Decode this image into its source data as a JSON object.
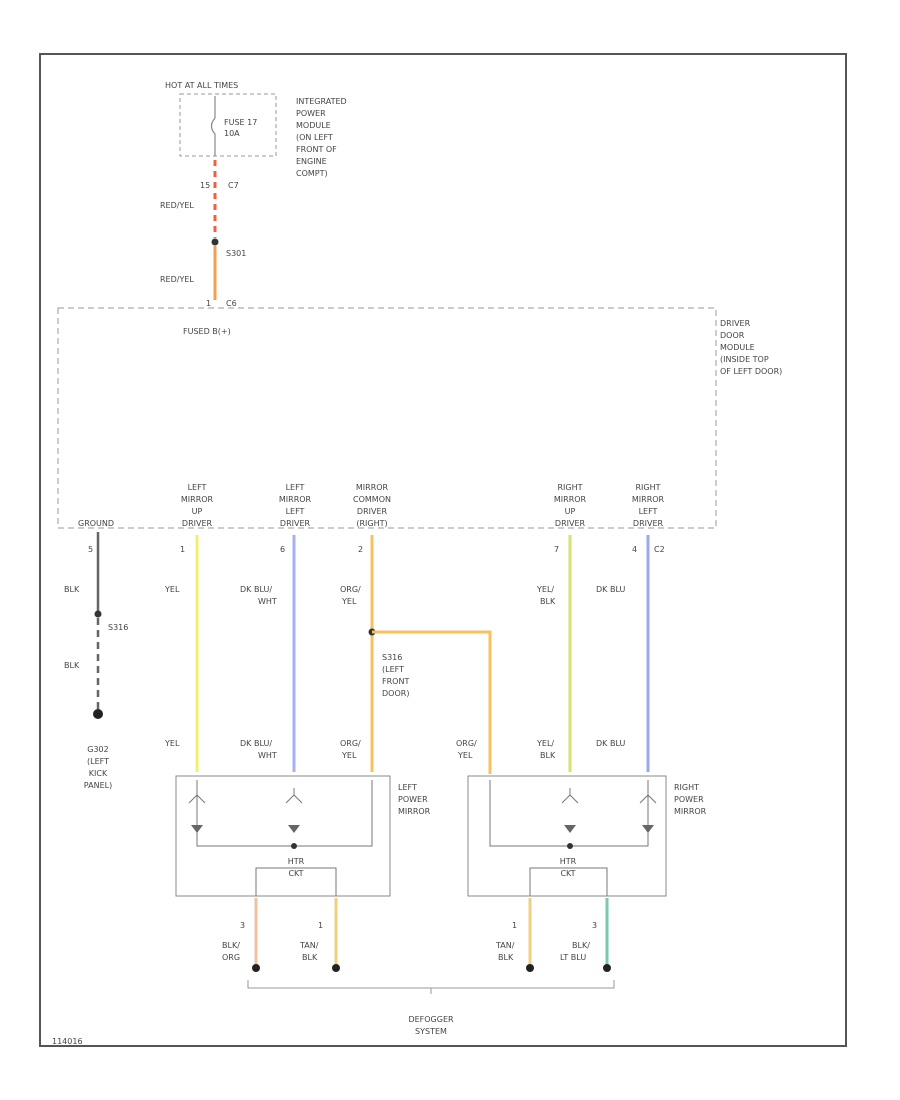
{
  "power": {
    "hot_label": "HOT AT ALL TIMES",
    "fuse_l1": "FUSE 17",
    "fuse_l2": "10A",
    "ipm_l1": "INTEGRATED",
    "ipm_l2": "POWER",
    "ipm_l3": "MODULE",
    "ipm_l4": "(ON LEFT",
    "ipm_l5": "FRONT OF",
    "ipm_l6": "ENGINE",
    "ipm_l7": "COMPT)",
    "pin_15": "15",
    "conn_c7": "C7",
    "wire_red_yel_1": "RED/YEL",
    "splice_s301": "S301",
    "wire_red_yel_2": "RED/YEL",
    "pin_top": "1",
    "conn_c6": "C6"
  },
  "ddm": {
    "fused_label": "FUSED B(+)",
    "name_l1": "DRIVER",
    "name_l2": "DOOR",
    "name_l3": "MODULE",
    "name_l4": "(INSIDE TOP",
    "name_l5": "OF LEFT DOOR)",
    "ground_label": "GROUND",
    "pins": [
      {
        "l1": "LEFT",
        "l2": "MIRROR",
        "l3": "UP",
        "l4": "DRIVER"
      },
      {
        "l1": "LEFT",
        "l2": "MIRROR",
        "l3": "LEFT",
        "l4": "DRIVER"
      },
      {
        "l1": "MIRROR",
        "l2": "COMMON",
        "l3": "DRIVER",
        "l4": "(RIGHT)"
      },
      {
        "l1": "RIGHT",
        "l2": "MIRROR",
        "l3": "UP",
        "l4": "DRIVER"
      },
      {
        "l1": "RIGHT",
        "l2": "MIRROR",
        "l3": "LEFT",
        "l4": "DRIVER"
      }
    ]
  },
  "wires": {
    "gnd_pin": "5",
    "gnd_wire1": "BLK",
    "gnd_splice": "S316",
    "gnd_wire2": "BLK",
    "g_l1": "G302",
    "g_l2": "(LEFT",
    "g_l3": "KICK",
    "g_l4": "PANEL)",
    "p1_pin": "1",
    "p1_top": "YEL",
    "p1_bot": "YEL",
    "p2_pin": "6",
    "p2_top_l1": "DK BLU/",
    "p2_top_l2": "WHT",
    "p2_bot_l1": "DK BLU/",
    "p2_bot_l2": "WHT",
    "p3_pin": "2",
    "p3_top_l1": "ORG/",
    "p3_top_l2": "YEL",
    "p3_bot_l1": "ORG/",
    "p3_bot_l2": "YEL",
    "s_l1": "S316",
    "s_l2": "(LEFT",
    "s_l3": "FRONT",
    "s_l4": "DOOR)",
    "r_org_l1": "ORG/",
    "r_org_l2": "YEL",
    "p4_pin": "7",
    "p4_top_l1": "YEL/",
    "p4_top_l2": "BLK",
    "p4_bot_l1": "YEL/",
    "p4_bot_l2": "BLK",
    "p5_pin": "4",
    "p5_conn": "C2",
    "p5_top": "DK BLU",
    "p5_bot": "DK BLU"
  },
  "mirrors": {
    "left_l1": "LEFT",
    "left_l2": "POWER",
    "left_l3": "MIRROR",
    "right_l1": "RIGHT",
    "right_l2": "POWER",
    "right_l3": "MIRROR",
    "heater_l1": "HTR",
    "heater_l2": "CKT"
  },
  "defog": {
    "w1_pin": "3",
    "w1_l1": "BLK/",
    "w1_l2": "ORG",
    "w2_pin": "1",
    "w2_l1": "TAN/",
    "w2_l2": "BLK",
    "w3_pin": "1",
    "w3_l1": "TAN/",
    "w3_l2": "BLK",
    "w4_pin": "3",
    "w4_l1": "BLK/",
    "w4_l2": "LT BLU",
    "system_l1": "DEFOGGER",
    "system_l2": "SYSTEM"
  },
  "footer": {
    "code": "114016"
  },
  "colors": {
    "red_yel": "#f06040",
    "yel": "#f0f070",
    "dk_blu_wht": "#a8b0f0",
    "org_yel": "#f8c060",
    "yel_blk": "#d8e070",
    "dk_blu": "#9aa8f0",
    "blk": "#666666",
    "blk_org": "#f0c0a0",
    "tan_blk": "#f0d080",
    "blk_lt_blu": "#7ac8b0"
  }
}
